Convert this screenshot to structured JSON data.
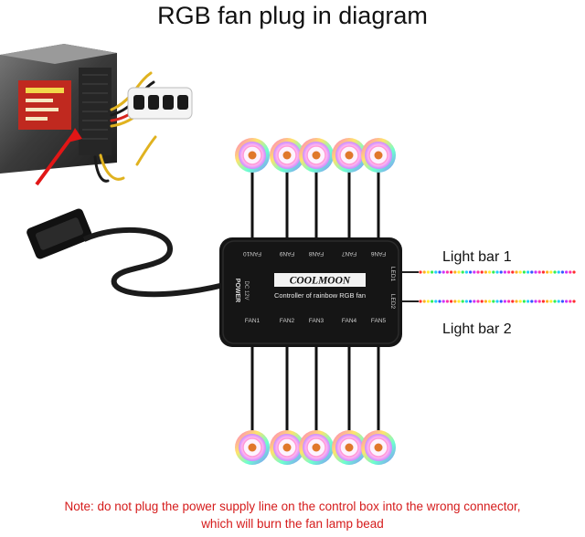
{
  "title": "RGB fan plug in diagram",
  "controller": {
    "brand": "COOLMOON",
    "subtitle": "Controller of rainbow RGB fan",
    "power_label": "POWER",
    "power_sub": "DC 12V",
    "fan_ports_top": [
      "FAN10",
      "FAN9",
      "FAN8",
      "FAN7",
      "FAN6"
    ],
    "fan_ports_bottom": [
      "FAN1",
      "FAN2",
      "FAN3",
      "FAN4",
      "FAN5"
    ],
    "led_ports": [
      "LED1",
      "LED2"
    ]
  },
  "light_bars": [
    {
      "label": "Light bar 1"
    },
    {
      "label": "Light bar 2"
    }
  ],
  "note": {
    "line1": "Note: do not plug the power supply line on the control box into the wrong connector,",
    "line2": "which will burn the fan lamp bead"
  },
  "colors": {
    "warning": "#d51b1b",
    "controller_body": "#151515",
    "rainbow": [
      "#ff2d2d",
      "#ffb020",
      "#ffee33",
      "#33ee55",
      "#22ccff",
      "#3355ff",
      "#cc33ff",
      "#ff33aa"
    ]
  }
}
